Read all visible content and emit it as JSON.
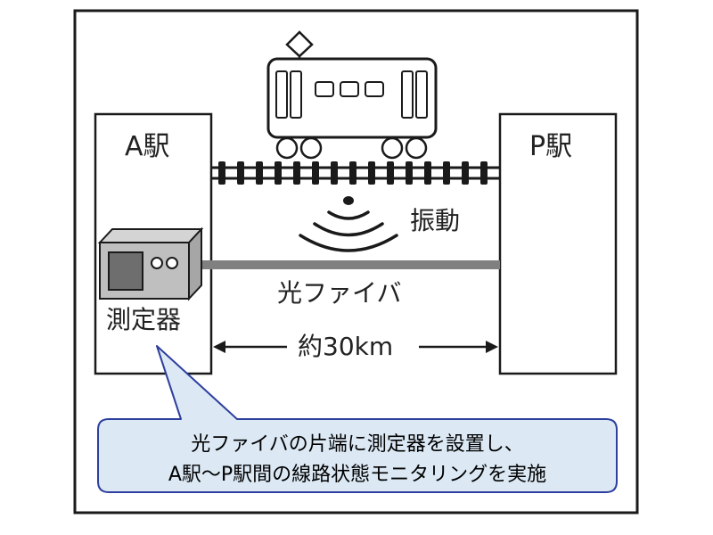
{
  "station_a": {
    "label": "A駅",
    "device_label": "測定器"
  },
  "station_p": {
    "label": "P駅"
  },
  "vibration_label": "振動",
  "fiber_label": "光ファイバ",
  "distance_label": "約30km",
  "callout": {
    "line1": "光ファイバの片端に測定器を設置し、",
    "line2": "A駅～P駅間の線路状態モニタリングを実施"
  },
  "colors": {
    "stroke": "#1a1a1a",
    "fiber": "#808080",
    "device_body": "#bfbfbf",
    "device_side": "#a6a6a6",
    "device_screen": "#6e6e6e",
    "callout_fill": "#dce9f5",
    "callout_border": "#2e3f9e"
  }
}
